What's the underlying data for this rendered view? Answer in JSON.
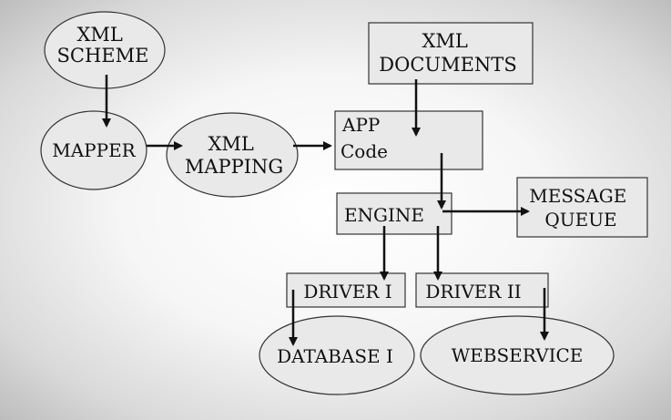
{
  "diagram": {
    "nodes": {
      "xml_scheme": {
        "lines": [
          "XML",
          "SCHEME"
        ]
      },
      "mapper": {
        "lines": [
          "MAPPER"
        ]
      },
      "xml_mapping": {
        "lines": [
          "XML",
          "MAPPING"
        ]
      },
      "xml_documents": {
        "lines": [
          "XML",
          "DOCUMENTS"
        ]
      },
      "app_code": {
        "lines": [
          "APP",
          "Code"
        ]
      },
      "engine": {
        "lines": [
          "ENGINE"
        ]
      },
      "message_queue": {
        "lines": [
          "MESSAGE",
          "QUEUE"
        ]
      },
      "driver_1": {
        "lines": [
          "DRIVER I"
        ]
      },
      "driver_2": {
        "lines": [
          "DRIVER II"
        ]
      },
      "database_1": {
        "lines": [
          "DATABASE I"
        ]
      },
      "webservice": {
        "lines": [
          "WEBSERVICE"
        ]
      }
    },
    "edges": [
      {
        "from": "xml_scheme",
        "to": "mapper"
      },
      {
        "from": "mapper",
        "to": "xml_mapping"
      },
      {
        "from": "xml_mapping",
        "to": "app_code"
      },
      {
        "from": "xml_documents",
        "to": "app_code"
      },
      {
        "from": "app_code",
        "to": "engine"
      },
      {
        "from": "engine",
        "to": "message_queue"
      },
      {
        "from": "engine",
        "to": "driver_1"
      },
      {
        "from": "engine",
        "to": "driver_2"
      },
      {
        "from": "driver_1",
        "to": "database_1"
      },
      {
        "from": "driver_2",
        "to": "webservice"
      }
    ]
  }
}
